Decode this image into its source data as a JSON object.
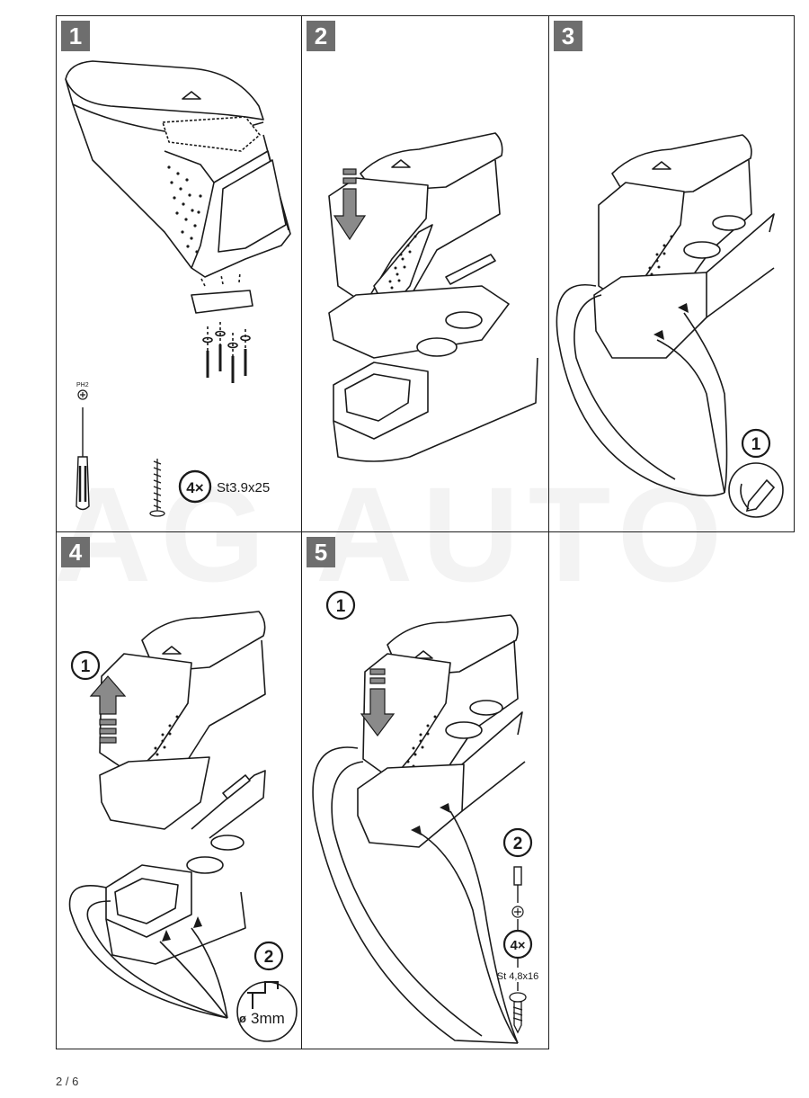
{
  "steps": [
    {
      "number": "1"
    },
    {
      "number": "2"
    },
    {
      "number": "3"
    },
    {
      "number": "4"
    },
    {
      "number": "5"
    }
  ],
  "step1": {
    "tool_label": "PH2",
    "screw_count": "4×",
    "screw_spec": "St3.9x25"
  },
  "step3": {
    "callout": "1"
  },
  "step4": {
    "callout_1": "1",
    "callout_2": "2",
    "drill_symbol": "ø",
    "drill_size": "3mm"
  },
  "step5": {
    "callout_1": "1",
    "callout_2": "2",
    "screw_count": "4×",
    "screw_spec": "St 4,8x16"
  },
  "watermark": "AG AUTO",
  "page_number": "2 / 6",
  "colors": {
    "badge_bg": "#6e6e6e",
    "line": "#1a1a1a",
    "arrow_fill": "#8a8a8a"
  },
  "icons": [
    "screwdriver-icon",
    "screw-icon",
    "phillips-head-icon",
    "drill-icon",
    "install-arrow-icon",
    "pen-mark-icon"
  ]
}
